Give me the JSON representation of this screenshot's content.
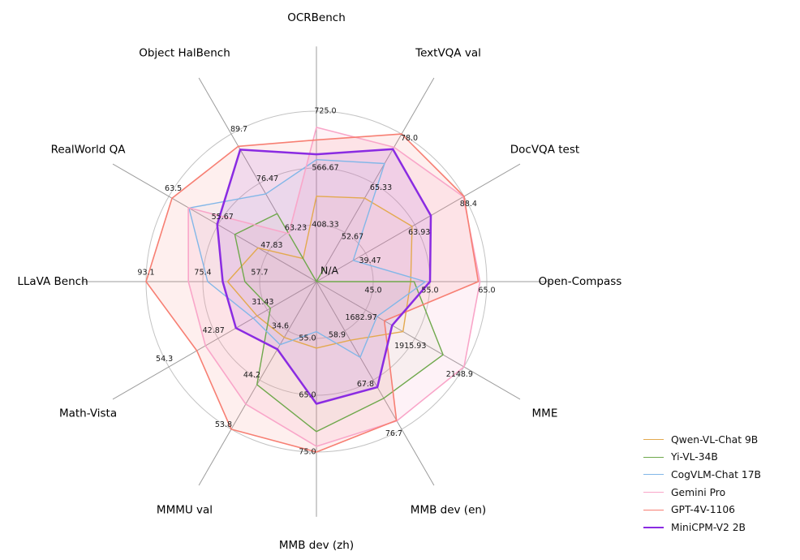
{
  "chart_data": {
    "type": "radar",
    "title": "",
    "center_label": "N/A",
    "grid": true,
    "legend_position": "lower right",
    "axes": [
      {
        "label": "OCRBench",
        "ticks": [
          "408.33",
          "566.67",
          "725.0"
        ],
        "min": 250,
        "max": 725
      },
      {
        "label": "TextVQA val",
        "ticks": [
          "52.67",
          "65.33",
          "78.0"
        ],
        "min": 40,
        "max": 78
      },
      {
        "label": "DocVQA test",
        "ticks": [
          "39.47",
          "63.93",
          "88.4"
        ],
        "min": 15,
        "max": 88.4
      },
      {
        "label": "Open-Compass",
        "ticks": [
          "45.0",
          "55.0",
          "65.0"
        ],
        "min": 35,
        "max": 65
      },
      {
        "label": "MME",
        "ticks": [
          "1682.97",
          "1915.93",
          "2148.9"
        ],
        "min": 1450,
        "max": 2148.9
      },
      {
        "label": "MMB dev (en)",
        "ticks": [
          "58.9",
          "67.8",
          "76.7"
        ],
        "min": 50,
        "max": 76.7
      },
      {
        "label": "MMB dev (zh)",
        "ticks": [
          "55.0",
          "65.0",
          "75.0"
        ],
        "min": 45,
        "max": 75
      },
      {
        "label": "MMMU val",
        "ticks": [
          "34.6",
          "44.2",
          "53.8"
        ],
        "min": 25,
        "max": 53.8
      },
      {
        "label": "Math-Vista",
        "ticks": [
          "31.43",
          "42.87",
          "54.3"
        ],
        "min": 20,
        "max": 54.3
      },
      {
        "label": "LLaVA Bench",
        "ticks": [
          "57.7",
          "75.4",
          "93.1"
        ],
        "min": 40,
        "max": 93.1
      },
      {
        "label": "RealWorld QA",
        "ticks": [
          "47.83",
          "55.67",
          "63.5"
        ],
        "min": 40,
        "max": 63.5
      },
      {
        "label": "Object HalBench",
        "ticks": [
          "63.23",
          "76.47",
          "89.7"
        ],
        "min": 50,
        "max": 89.7
      }
    ],
    "series": [
      {
        "name": "Qwen-VL-Chat 9B",
        "color": "#e3a94f",
        "line_width": 1.4,
        "fill_opacity": 0.05,
        "values": [
          488,
          61.5,
          62.6,
          51.6,
          1860,
          60.6,
          56.7,
          35.9,
          33.8,
          67.7,
          49.3,
          56.2
        ]
      },
      {
        "name": "Yi-VL-34B",
        "color": "#6fa84c",
        "line_width": 1.4,
        "fill_opacity": 0.05,
        "values": [
          null,
          43.4,
          null,
          52.2,
          2050,
          71.1,
          71.4,
          45.1,
          30.7,
          62.3,
          53.0,
          68.3
        ]
      },
      {
        "name": "CogVLM-Chat 17B",
        "color": "#82b7e8",
        "line_width": 1.4,
        "fill_opacity": 0.06,
        "values": [
          590,
          70.4,
          33.3,
          54.2,
          1736.6,
          63.7,
          53.8,
          37.3,
          34.7,
          73.9,
          60.3,
          73.6
        ]
      },
      {
        "name": "Gemini Pro",
        "color": "#f9a6c9",
        "line_width": 1.6,
        "fill_opacity": 0.15,
        "values": [
          680,
          74.6,
          88.1,
          63.8,
          2148.9,
          75.2,
          74.0,
          48.9,
          45.8,
          79.9,
          60.4,
          62.9
        ]
      },
      {
        "name": "GPT-4V-1106",
        "color": "#f77f73",
        "line_width": 1.6,
        "fill_opacity": 0.12,
        "values": [
          645,
          78.0,
          88.4,
          63.5,
          1771.5,
          75.1,
          75.0,
          53.8,
          47.8,
          93.1,
          63.0,
          86.4
        ]
      },
      {
        "name": "MiniCPM-V2 2B",
        "color": "#8a2be2",
        "line_width": 2.5,
        "fill_opacity": 0.1,
        "values": [
          605,
          74.1,
          71.9,
          55.0,
          1808.6,
          69.1,
          66.5,
          38.2,
          38.7,
          69.2,
          55.8,
          85.5
        ]
      }
    ]
  }
}
